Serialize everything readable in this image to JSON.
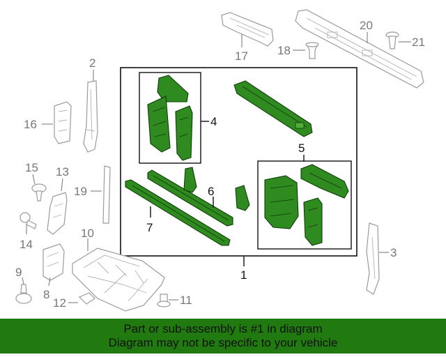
{
  "banner": {
    "line1": "Part or sub-assembly is #1 in diagram",
    "line2": "Diagram may not be specific to your vehicle",
    "background": "#217a10"
  },
  "callouts": {
    "c1": "1",
    "c2": "2",
    "c3": "3",
    "c4": "4",
    "c5": "5",
    "c6": "6",
    "c7": "7",
    "c8": "8",
    "c9": "9",
    "c10": "10",
    "c11": "11",
    "c12": "12",
    "c13": "13",
    "c14": "14",
    "c15": "15",
    "c16": "16",
    "c17": "17",
    "c18": "18",
    "c19": "19",
    "c20": "20",
    "c21": "21"
  },
  "colors": {
    "highlighted_part": "#2f8a1f",
    "other_part_outline": "#9a9a9a",
    "assembly_frame": "#111111"
  }
}
